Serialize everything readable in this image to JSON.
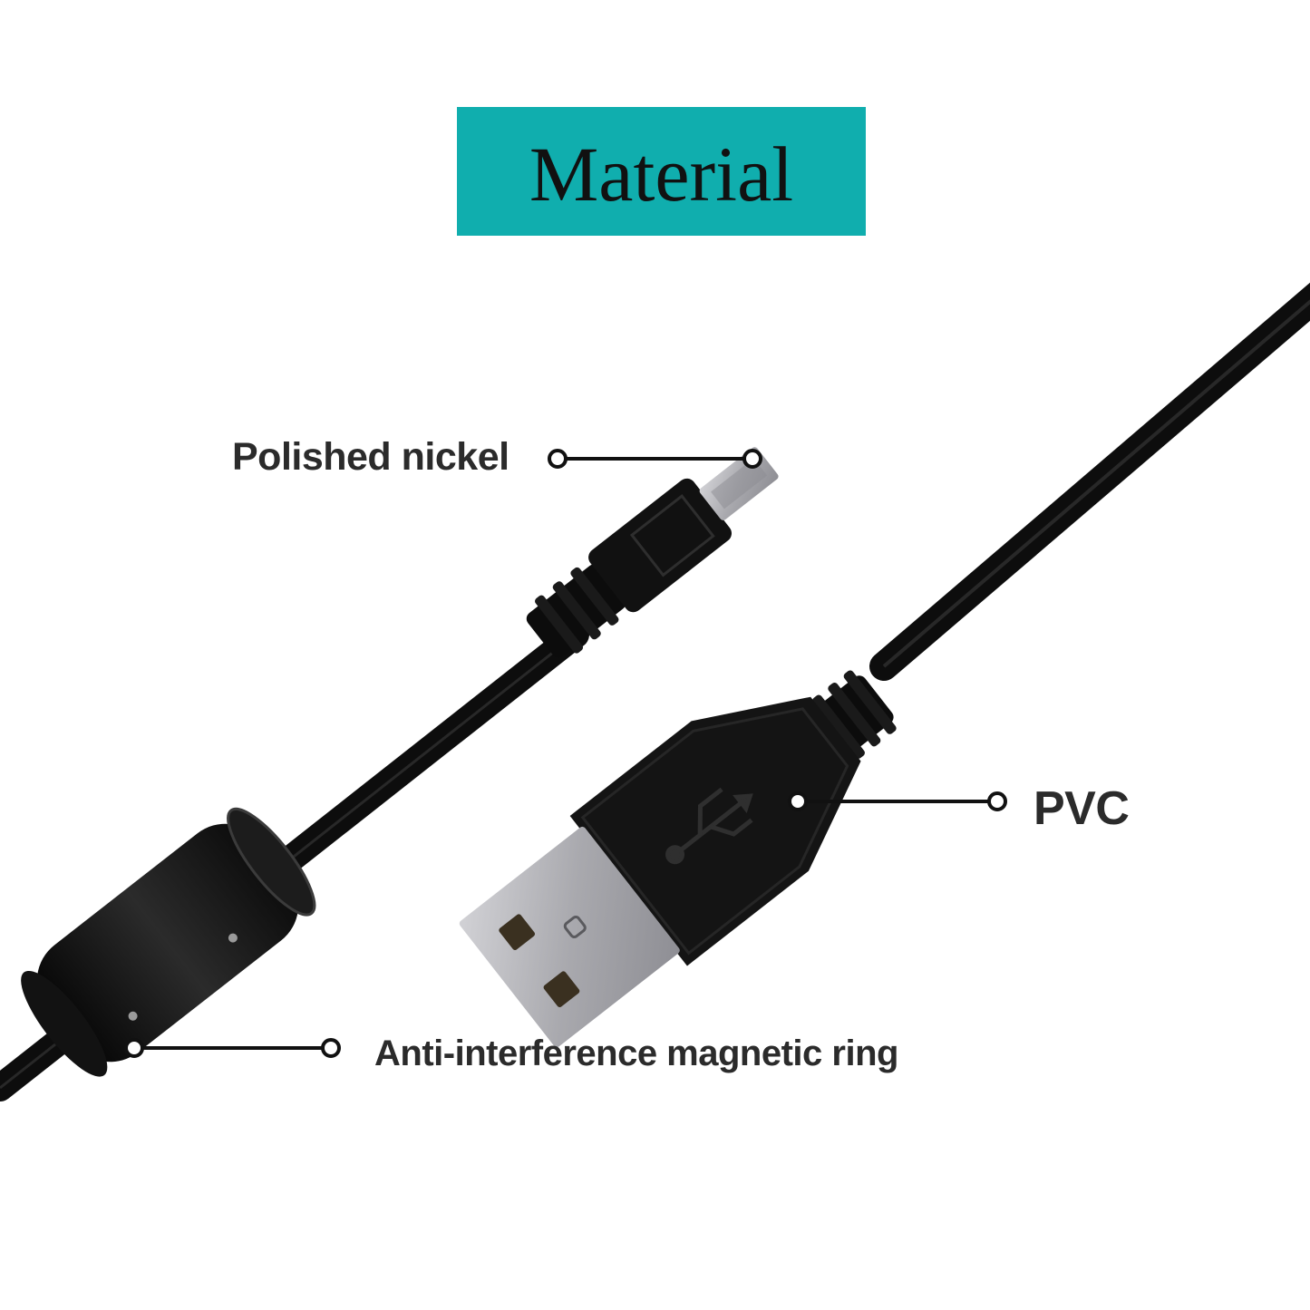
{
  "header": {
    "title": "Material",
    "background_color": "#10AEAE"
  },
  "callouts": {
    "polished_nickel": "Polished nickel",
    "pvc": "PVC",
    "magnetic_ring": "Anti-interference magnetic ring"
  },
  "colors": {
    "cable": "#0f0f0f",
    "metal_shell": "#b9b9bd",
    "label_text": "#2b2b2b"
  },
  "icons": {
    "usb_symbol": "usb-trident-icon"
  }
}
